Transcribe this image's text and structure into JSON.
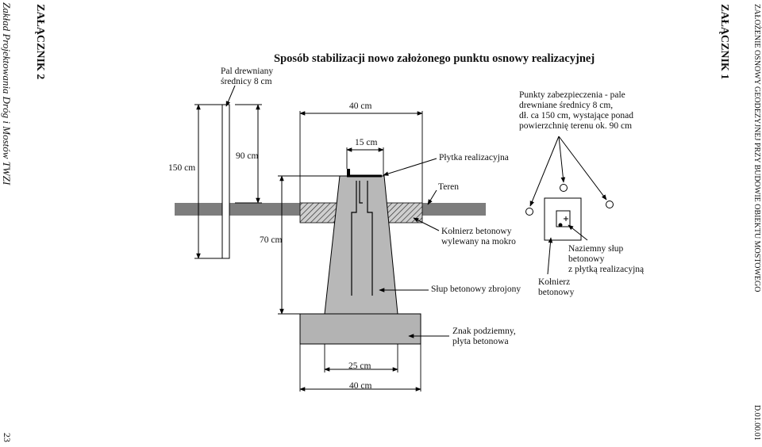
{
  "page": {
    "left_header": "ZAŁĄCZNIK 2",
    "left_footer": "Zakład Projektowania Dróg i Mostów TWZI",
    "page_number": "23",
    "right_header": "ZAŁĄCZNIK 1",
    "right_running_title": "ZAŁOŻENIE OSNOWY GEODEZYJNEJ PRZY BUDOWIE OBIEKTU MOSTOWEGO",
    "doc_code": "D.01.00.01"
  },
  "diagram": {
    "title": "Sposób stabilizacji nowo założonego punktu osnowy realizacyjnej",
    "labels": {
      "pal_line1": "Pal drewniany",
      "pal_line2": "średnicy 8 cm",
      "dim_150": "150 cm",
      "dim_90": "90 cm",
      "dim_70": "70 cm",
      "dim_40_top": "40 cm",
      "dim_15": "15 cm",
      "dim_25": "25 cm",
      "dim_40_bottom": "40 cm",
      "plytka": "Płytka realizacyjna",
      "teren": "Teren",
      "kolnierz_line1": "Kołnierz betonowy",
      "kolnierz_line2": "wylewany na mokro",
      "slup": "Słup betonowy zbrojony",
      "znak_line1": "Znak podziemny,",
      "znak_line2": "płyta betonowa",
      "punkty_line1": "Punkty zabezpieczenia - pale",
      "punkty_line2": "drewniane średnicy 8 cm,",
      "punkty_line3": "dł. ca 150 cm, wystające ponad",
      "punkty_line4": "powierzchnię terenu ok. 90 cm",
      "naziemny_line1": "Naziemny słup",
      "naziemny_line2": "betonowy",
      "naziemny_line3": "z płytką realizacyjną",
      "kolnierz2_line1": "Kołnierz",
      "kolnierz2_line2": "betonowy"
    }
  }
}
